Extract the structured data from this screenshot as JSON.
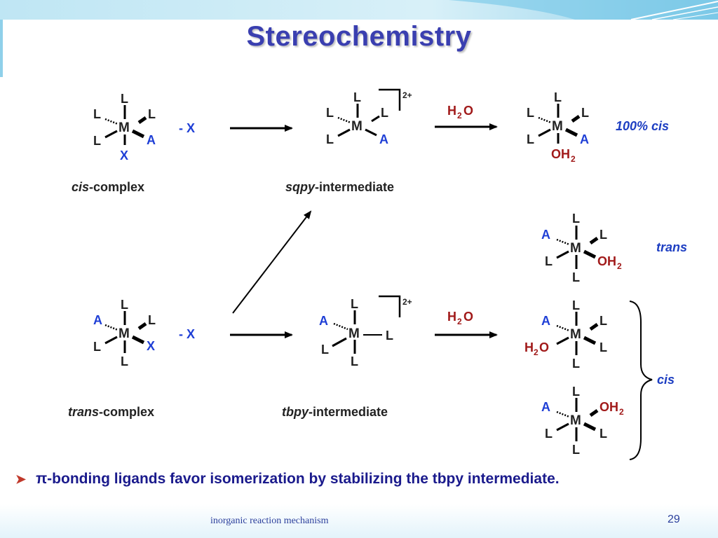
{
  "slide": {
    "title": "Stereochemistry",
    "bullet": "π-bonding ligands favor isomerization by stabilizing the tbpy intermediate.",
    "footer": "inorganic reaction mechanism",
    "page_number": "29"
  },
  "atoms": {
    "L": "L",
    "M": "M",
    "A": "A",
    "X": "X",
    "OH2": "OH",
    "H2O": "H",
    "two": "2",
    "O": "O"
  },
  "reaction": {
    "leaving": "- X",
    "charge": "2+",
    "reagent_h": "H",
    "reagent_2": "2",
    "reagent_o": "O"
  },
  "labels": {
    "cis_complex_italic": "cis",
    "cis_complex_rest": "-complex",
    "sqpy_italic": "sqpy",
    "sqpy_rest": "-intermediate",
    "trans_complex_italic": "trans",
    "trans_complex_rest": "-complex",
    "tbpy_italic": "tbpy",
    "tbpy_rest": "-intermediate",
    "product_100_cis": "100% cis",
    "product_trans": "trans",
    "product_cis": "cis"
  },
  "colors": {
    "ligand_blue": "#1f3fd6",
    "water_red": "#a11a1a",
    "label_blue": "#1d3ec2",
    "text": "#222222"
  }
}
